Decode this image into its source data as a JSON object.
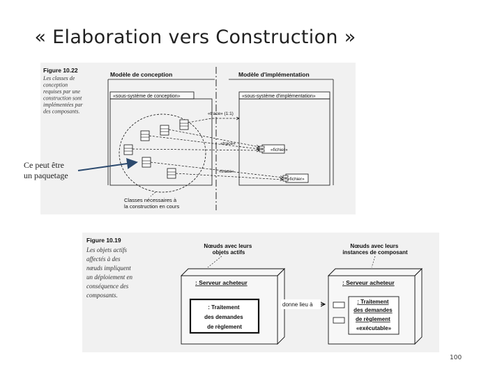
{
  "slide": {
    "title": "« Elaboration vers Construction »",
    "callout": [
      "Ce peut être",
      "un paquetage"
    ],
    "page_number": "100"
  },
  "figure_top": {
    "fig_label": "Figure 10.22",
    "caption": [
      "Les classes de",
      "conception",
      "requises par une",
      "construction sont",
      "implémentées par",
      "des composants."
    ],
    "left_heading": "Modèle de conception",
    "right_heading": "Modèle d'implémentation",
    "left_package": "«sous-système de conception»",
    "right_package": "«sous-système d'implémentation»",
    "trace_main": "«trace» (1:1)",
    "trace_1": "«trace»",
    "trace_2": "«trace»",
    "file_1": "«fichier»",
    "file_2": "«fichier»",
    "note": [
      "Classes nécessaires à",
      "la construction en cours"
    ]
  },
  "figure_bottom": {
    "fig_label": "Figure 10.19",
    "caption": [
      "Les objets actifs",
      "affectés à des",
      "nœuds impliquent",
      "un déploiement en",
      "conséquence des",
      "composants."
    ],
    "left_heading": [
      "Nœuds avec leurs",
      "objets actifs"
    ],
    "right_heading": [
      "Nœuds avec leurs",
      "instances de composant"
    ],
    "left_node": ": Serveur acheteur",
    "right_node": ": Serveur acheteur",
    "left_object": [
      ": Traitement",
      "des demandes",
      "de règlement"
    ],
    "right_component": [
      ": Traitement",
      "des demandes",
      "de règlement",
      "«exécutable»"
    ],
    "arrow_label": "donne lieu à"
  }
}
